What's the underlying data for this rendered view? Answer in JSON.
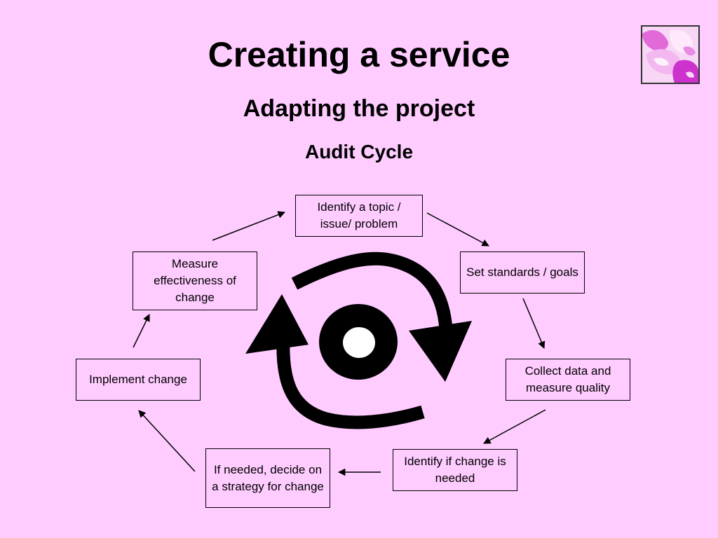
{
  "slide": {
    "title": "Creating a service",
    "subtitle": "Adapting the project",
    "section_title": "Audit Cycle"
  },
  "cycle": {
    "steps": [
      "Identify a topic / issue/ problem",
      "Set standards / goals",
      "Collect data and measure quality",
      "Identify if change is needed",
      "If needed, decide on a strategy for change",
      "Implement change",
      "Measure effectiveness of change"
    ]
  },
  "icons": {
    "thumbnail": "pink-photo-thumbnail-icon",
    "center": "circular-arrows-cycle-icon"
  },
  "colors": {
    "background": "#ffccff",
    "thumbnail_accent": "#cc33cc"
  }
}
